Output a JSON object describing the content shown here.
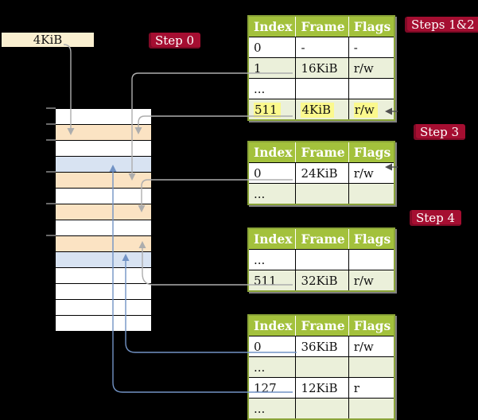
{
  "frame_box": {
    "label": "4KiB"
  },
  "badges": {
    "step0": "Step 0",
    "steps_1_2": "Steps 1&2",
    "step3": "Step 3",
    "step4": "Step 4"
  },
  "tables": [
    {
      "headers": [
        "Index",
        "Frame",
        "Flags"
      ],
      "rows": [
        {
          "cells": [
            "0",
            "-",
            "-"
          ]
        },
        {
          "cells": [
            "1",
            "16KiB",
            "r/w"
          ]
        },
        {
          "cells": [
            "...",
            "",
            ""
          ]
        },
        {
          "cells": [
            "511",
            "4KiB",
            "r/w"
          ],
          "highlighted": true
        }
      ]
    },
    {
      "headers": [
        "Index",
        "Frame",
        "Flags"
      ],
      "rows": [
        {
          "cells": [
            "0",
            "24KiB",
            "r/w"
          ]
        },
        {
          "cells": [
            "...",
            "",
            ""
          ]
        }
      ]
    },
    {
      "headers": [
        "Index",
        "Frame",
        "Flags"
      ],
      "rows": [
        {
          "cells": [
            "...",
            "",
            ""
          ]
        },
        {
          "cells": [
            "511",
            "32KiB",
            "r/w"
          ]
        }
      ]
    },
    {
      "headers": [
        "Index",
        "Frame",
        "Flags"
      ],
      "rows": [
        {
          "cells": [
            "0",
            "36KiB",
            "r/w"
          ]
        },
        {
          "cells": [
            "...",
            "",
            ""
          ]
        },
        {
          "cells": [
            "127",
            "12KiB",
            "r"
          ]
        },
        {
          "cells": [
            "...",
            "",
            ""
          ]
        }
      ]
    }
  ],
  "memory": {
    "rows": [
      "white",
      "orange",
      "white",
      "blue",
      "orange",
      "white",
      "orange",
      "white",
      "orange",
      "blue",
      "white",
      "white",
      "white",
      "white"
    ]
  },
  "palette": {
    "table_header_green": "#a3c13c",
    "table_row_green": "#ebf0da",
    "table_border_olive": "#8aa438",
    "highlight_yellow": "#fbf98d",
    "badge_red": "#a50e31",
    "frame_orange": "#fbe3c3",
    "frame_blue": "#d8e3f2",
    "frame_box_cream": "#faefd0",
    "connector_gray": "#adadad",
    "connector_blue": "#7293c5"
  }
}
